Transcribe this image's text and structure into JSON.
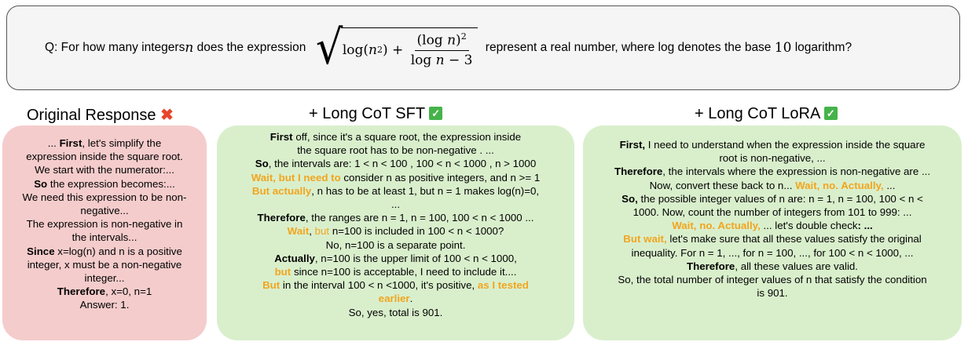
{
  "question": {
    "prefix": "Q: For how many integers ",
    "var_n": "n",
    "middle": " does the expression ",
    "log_n2": "log(",
    "n2": "n",
    "sup2": "2",
    "close": ")",
    "plus": " + ",
    "frac_num_open": "(log ",
    "frac_num_n": "n",
    "frac_num_close": ")",
    "frac_num_sup": "2",
    "frac_den_log": "log ",
    "frac_den_n": "n",
    "frac_den_rest": " − 3",
    "suffix": " represent a real number, where log denotes the base ",
    "base": "10",
    "suffix2": " logarithm?"
  },
  "columns": {
    "original": {
      "title": "Original Response",
      "mark": "✖"
    },
    "sft": {
      "title": "+ Long CoT SFT",
      "mark": "✓"
    },
    "lora": {
      "title": "+ Long CoT LoRA",
      "mark": "✓"
    }
  },
  "original_panel": {
    "l1a": "... ",
    "l1b": "First",
    "l1c": ", let's simplify the",
    "l2": "expression inside the square root.",
    "l3": "We start with the numerator:...",
    "l4a": "So",
    "l4b": " the expression becomes:...",
    "l5": "We need this expression to be non-",
    "l6": "negative...",
    "l7": "The expression is non-negative in",
    "l8": "the intervals...",
    "l9a": "Since",
    "l9b": " x=log(n) and n is a positive",
    "l10": "integer, x must be a non-negative",
    "l11": "integer...",
    "l12a": "Therefore",
    "l12b": ", x=0, n=1",
    "l13": "Answer: 1."
  },
  "sft_panel": {
    "l1a": "First",
    "l1b": " off, since it's a square root, the expression inside",
    "l2": "the square root has to be non-negative . ...",
    "l3a": "So",
    "l3b": ", the intervals are: 1 < n < 100 , 100 < n < 1000 , n > 1000",
    "l4a": "Wait, but I need to",
    "l4b": " consider n as positive integers, and n >= 1",
    "l5a": "But actually",
    "l5b": ", n has to be at least 1, but n = 1 makes log(n)=0,",
    "l6": "...",
    "l7a": "Therefore",
    "l7b": ", the ranges are n = 1, n = 100, 100 < n < 1000 ...",
    "l8a": "Wait",
    "l8b": ", ",
    "l8c": "but",
    "l8d": " n=100 is included in 100 < n < 1000?",
    "l9": "No, n=100 is a separate point.",
    "l10a": "Actually",
    "l10b": ", n=100 is the upper limit of 100 < n < 1000,",
    "l11a": "but",
    "l11b": " since n=100 is acceptable, I need to include it....",
    "l12a": "But",
    "l12b": " in the interval 100 < n <1000, it's positive, ",
    "l12c": "as I tested",
    "l13a": "earlier",
    "l13b": ".",
    "l14": "So, yes, total is 901."
  },
  "lora_panel": {
    "l1a": "First,",
    "l1b": " I need to understand when the expression inside the square",
    "l2": "root is non-negative, ...",
    "l3a": "Therefore",
    "l3b": ", the intervals where the expression is non-negative are ...",
    "l4a": "Now, convert these back to n... ",
    "l4b": "Wait, no. Actually,",
    "l4c": " ...",
    "l5a": "So,",
    "l5b": " the possible integer values of n are: n = 1, n = 100, 100 < n <",
    "l6": "1000. Now, count the number of integers from 101 to 999: ...",
    "l7a": "Wait, no. Actually,",
    "l7b": " ... let's double check",
    "l7c": ": ...",
    "l8a": "But wait,",
    "l8b": " let's make sure that all these values satisfy the original",
    "l9": "inequality. For n = 1, ..., for n = 100, ..., for 100 < n < 1000, ...",
    "l10a": "Therefore",
    "l10b": ", all these values are valid.",
    "l11": "So, the total number of integer values of n that satisfy the condition",
    "l12": "is 901."
  },
  "colors": {
    "red_panel": "#f5cccc",
    "green_panel": "#d9efcc",
    "highlight": "#f2a51e",
    "cross": "#e8452c",
    "check": "#46b34a"
  }
}
